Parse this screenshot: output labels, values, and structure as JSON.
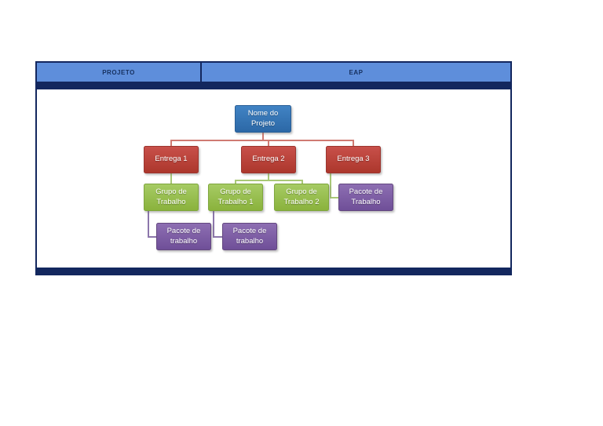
{
  "header": {
    "left_label": "PROJETO",
    "right_label": "EAP"
  },
  "colors": {
    "navy": "#13275E",
    "header_blue": "#5E8EDB",
    "header_text": "#16305F",
    "node_blue_top": "#4183C4",
    "node_blue_bottom": "#2C68A6",
    "node_blue_border": "#2A5F96",
    "node_red_top": "#C8504A",
    "node_red_bottom": "#AC372C",
    "node_red_border": "#9C352F",
    "node_green_top": "#A6CB64",
    "node_green_bottom": "#8AB23C",
    "node_green_border": "#7FA63D",
    "node_purple_top": "#8D6EB2",
    "node_purple_bottom": "#6F4F98",
    "node_purple_border": "#644880",
    "line_red": "#CF7A72",
    "line_green": "#A9C877",
    "line_purple": "#8C76AB"
  },
  "diagram": {
    "nodes": {
      "nome_projeto": {
        "label": "Nome do Projeto",
        "parent": null
      },
      "entrega_1": {
        "label": "Entrega 1",
        "parent": "nome_projeto"
      },
      "entrega_2": {
        "label": "Entrega 2",
        "parent": "nome_projeto"
      },
      "entrega_3": {
        "label": "Entrega 3",
        "parent": "nome_projeto"
      },
      "grupo_trabalho": {
        "label": "Grupo de Trabalho",
        "parent": "entrega_1"
      },
      "grupo_trabalho_1": {
        "label": "Grupo de Trabalho 1",
        "parent": "entrega_2"
      },
      "grupo_trabalho_2": {
        "label": "Grupo de Trabalho 2",
        "parent": "entrega_2"
      },
      "pacote_trabalho_entrega_3": {
        "label": "Pacote de Trabalho",
        "parent": "entrega_3"
      },
      "pacote_trabalho_gt": {
        "label": "Pacote de trabalho",
        "parent": "grupo_trabalho"
      },
      "pacote_trabalho_gt1": {
        "label": "Pacote de trabalho",
        "parent": "grupo_trabalho_1"
      }
    }
  }
}
